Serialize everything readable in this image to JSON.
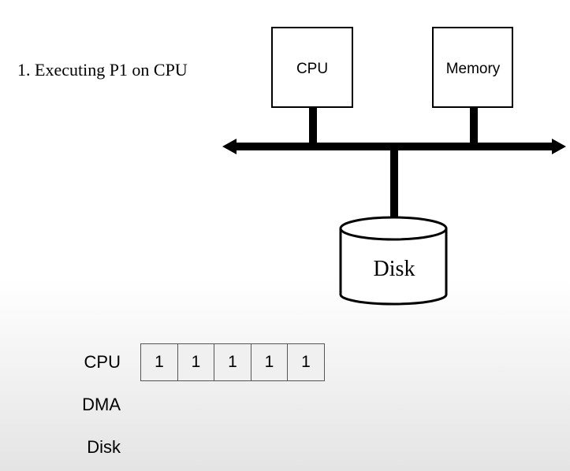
{
  "step": {
    "title": "1. Executing P1 on CPU"
  },
  "diagram": {
    "cpu_label": "CPU",
    "memory_label": "Memory",
    "disk_label": "Disk"
  },
  "timeline": {
    "rows": [
      {
        "label": "CPU",
        "slots": [
          "1",
          "1",
          "1",
          "1",
          "1"
        ]
      },
      {
        "label": "DMA",
        "slots": []
      },
      {
        "label": "Disk",
        "slots": []
      }
    ]
  }
}
